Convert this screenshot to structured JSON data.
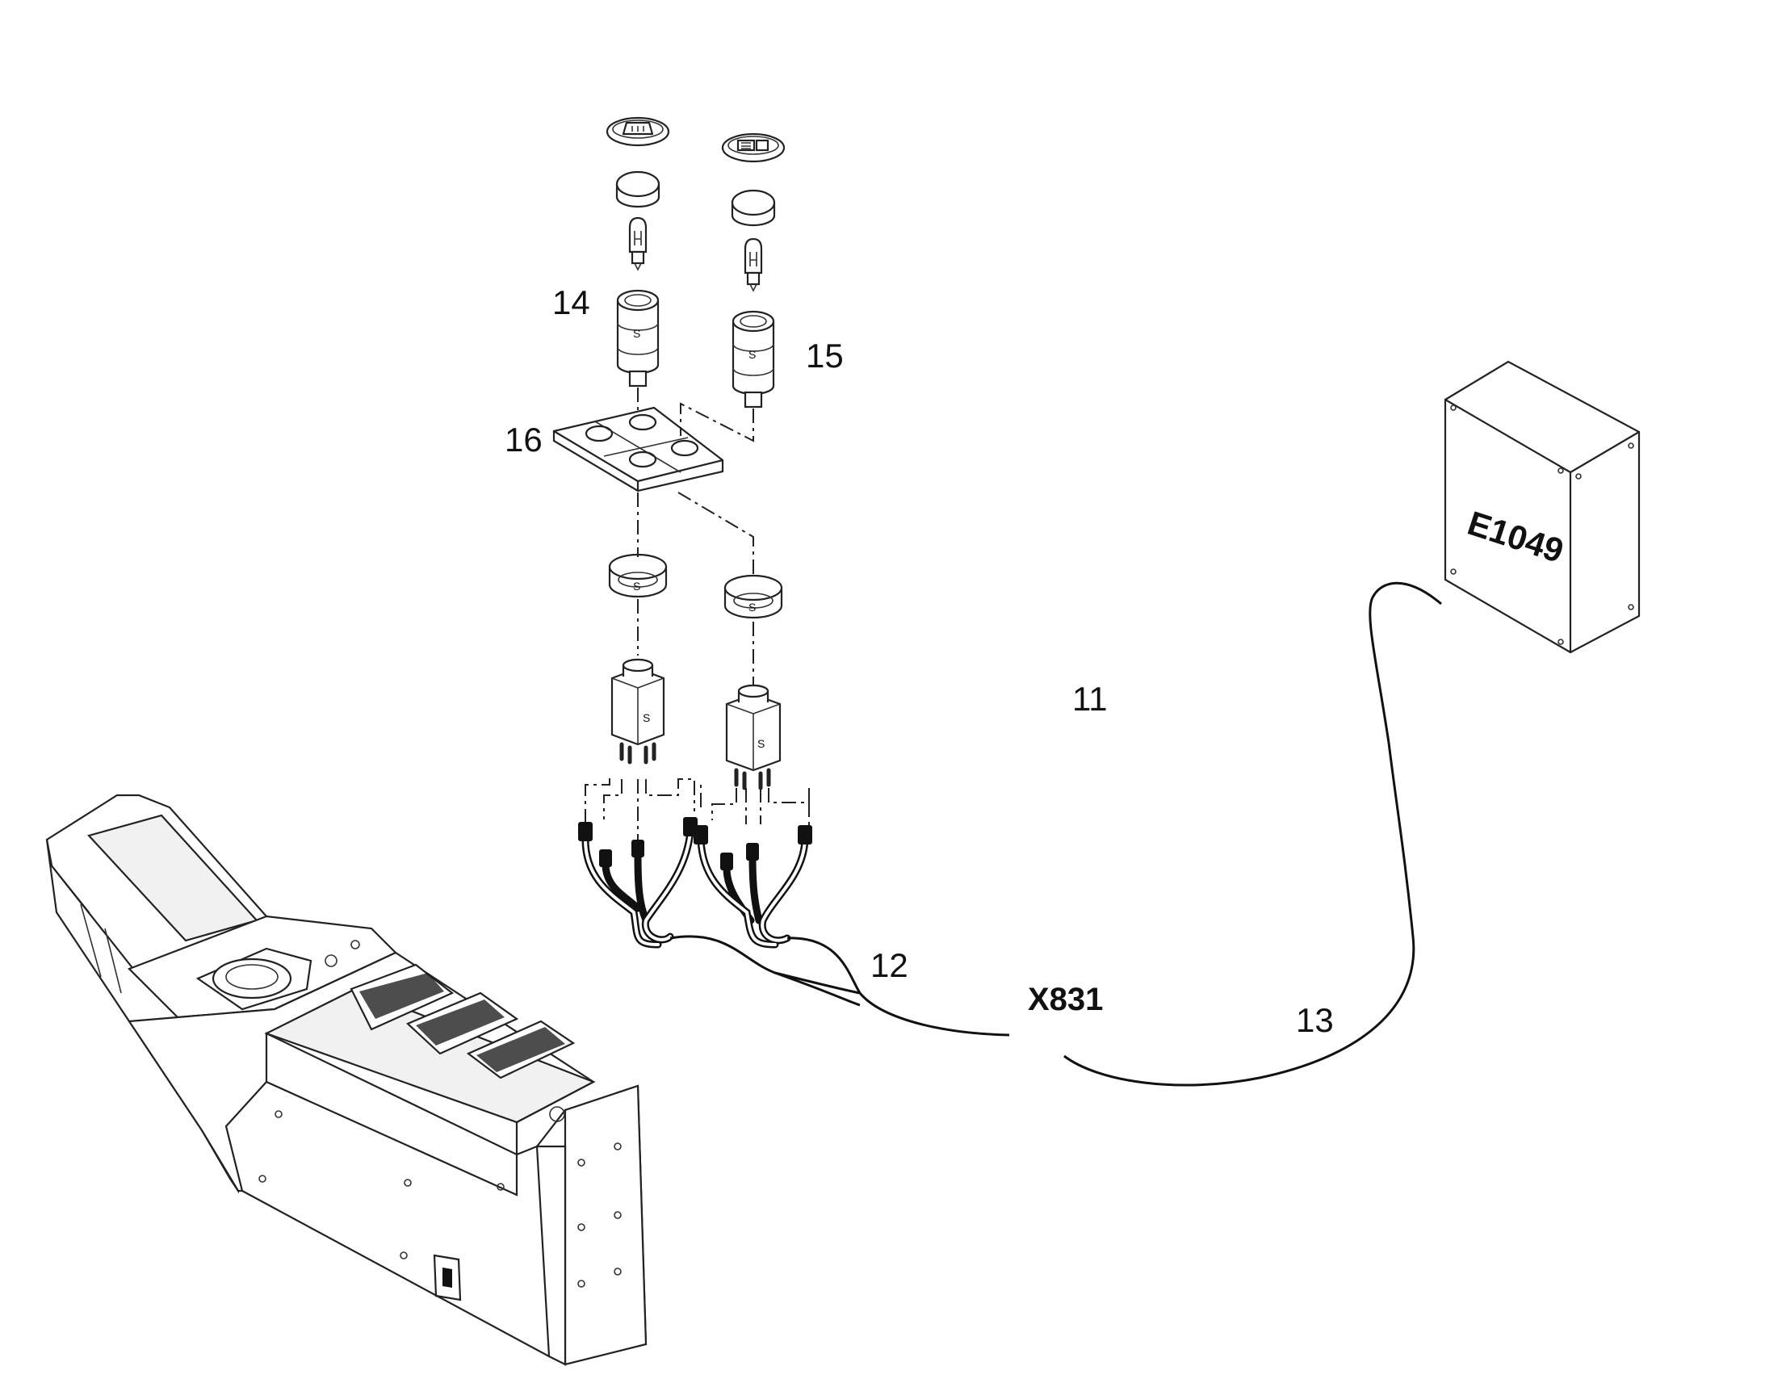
{
  "callouts": {
    "c11": "11",
    "c12": "12",
    "c13": "13",
    "c14": "14",
    "c15": "15",
    "c16": "16"
  },
  "connector": "X831",
  "control_box": "E1049",
  "switch_marks": {
    "letter_s": "S"
  }
}
